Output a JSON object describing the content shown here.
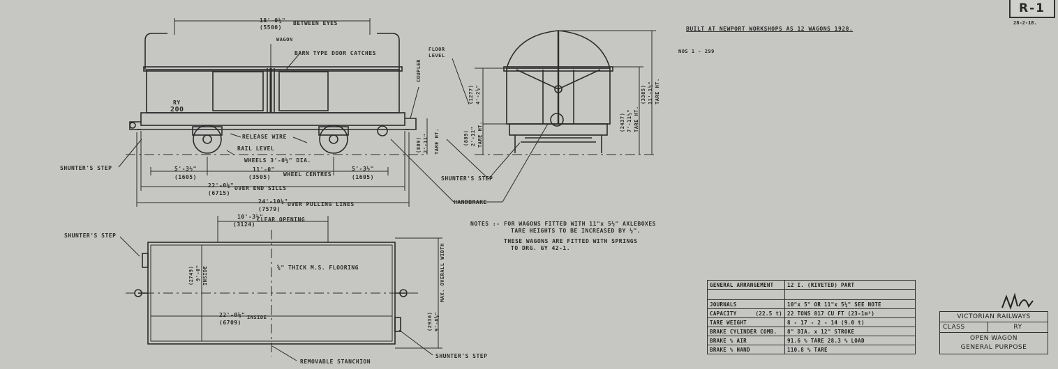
{
  "drawing_number": "R-1",
  "drawing_date": "28-2-18.",
  "built_note": "BUILT AT NEWPORT WORKSHOPS AS 12 WAGONS 1928.",
  "numbers_note": "NOS 1 - 299",
  "side_view": {
    "between_eyes_imp": "18'-0½\"",
    "between_eyes_met": "(5500)",
    "between_eyes_label": "BETWEEN EYES",
    "wagon_label": "WAGON",
    "door_catches": "BARN TYPE DOOR CATCHES",
    "coupler": "COUPLER",
    "release_wire": "RELEASE WIRE",
    "rail_level": "RAIL LEVEL",
    "wheels": "WHEELS 3'-0½\" DIA.",
    "shunters_step": "SHUNTER'S STEP",
    "wagon_class_marking": "RY",
    "wagon_number_marking": "200",
    "end_dim_imp": "5'-3½\"",
    "end_dim_met": "(1605)",
    "wheel_centres_imp": "11'-0\"",
    "wheel_centres_met": "(3505)",
    "wheel_centres_label": "WHEEL CENTRES",
    "over_end_sills_imp": "22'-0½\"",
    "over_end_sills_met": "(6715)",
    "over_end_sills_label": "OVER END SILLS",
    "over_pulling_lines_imp": "24'-10½\"",
    "over_pulling_lines_met": "(7579)",
    "over_pulling_lines_label": "OVER PULLING LINES",
    "coupler_height_met": "(889)",
    "coupler_height_imp": "2'-11\"",
    "tare_ht": "TARE HT."
  },
  "end_view": {
    "floor_level": "FLOOR LEVEL",
    "floor_height_met": "(1277)",
    "floor_height_imp": "4'-2½\"",
    "buffer_met": "(889)",
    "buffer_imp": "2'-11\"",
    "tare_ht": "TARE HT.",
    "side_height_met": "(2437)",
    "side_height_imp": "7'-11½\"",
    "overall_height_met": "(3385)",
    "overall_height_imp": "11'-1½\"",
    "shunters_step": "SHUNTER'S STEP",
    "handbrake": "HANDBRAKE"
  },
  "plan_view": {
    "clear_opening_imp": "10'-3½\"",
    "clear_opening_met": "(3124)",
    "clear_opening_label": "CLEAR OPENING",
    "flooring": "⅝\" THICK M.S. FLOORING",
    "inside_width_met": "(2749)",
    "inside_width_imp": "9'-0\"",
    "inside_label": "INSIDE",
    "inside_length_imp": "22'-0⅛\"",
    "inside_length_met": "(6709)",
    "inside_length_label": "INSIDE",
    "overall_width_met": "(2936)",
    "overall_width_imp": "9'-8⅝\"",
    "overall_width_label": "MAX. OVERALL WIDTH",
    "shunters_step_top": "SHUNTER'S STEP",
    "shunters_step_bottom": "SHUNTER'S STEP",
    "removable_stanchion": "REMOVABLE STANCHION"
  },
  "notes": {
    "heading": "NOTES :-",
    "line1": "FOR WAGONS FITTED WITH 11\"x 5½\" AXLEBOXES",
    "line2": "TARE HEIGHTS TO BE INCREASED BY ½\".",
    "line3": "THESE WAGONS ARE FITTED WITH SPRINGS",
    "line4": "TO DRG. GY 42-1."
  },
  "spec_table": {
    "rows": [
      {
        "label": "GENERAL ARRANGEMENT",
        "extra": "",
        "value": "12 I. (RIVETED) PART"
      },
      {
        "label": "",
        "extra": "",
        "value": ""
      },
      {
        "label": "JOURNALS",
        "extra": "",
        "value": "10\"x 5\" OR 11\"x 5½\" SEE NOTE"
      },
      {
        "label": "CAPACITY",
        "extra": "(22.5 t)",
        "value": "22 TONS      817 CU FT (23-1m³)"
      },
      {
        "label": "TARE WEIGHT",
        "extra": "",
        "value": "8 - 17 - 2 - 14   (9.0 t)"
      },
      {
        "label": "BRAKE CYLINDER COMB.",
        "extra": "",
        "value": "8\" DIA. x 12\" STROKE"
      },
      {
        "label": "BRAKE % AIR",
        "extra": "",
        "value": "91.6 % TARE  28.3 % LOAD"
      },
      {
        "label": "BRAKE % HAND",
        "extra": "",
        "value": "110.8 % TARE"
      }
    ]
  },
  "title_block": {
    "railway": "VICTORIAN RAILWAYS",
    "class_label": "CLASS",
    "class_value": "RY",
    "line1": "OPEN WAGON",
    "line2": "GENERAL PURPOSE"
  },
  "signature": "NM"
}
